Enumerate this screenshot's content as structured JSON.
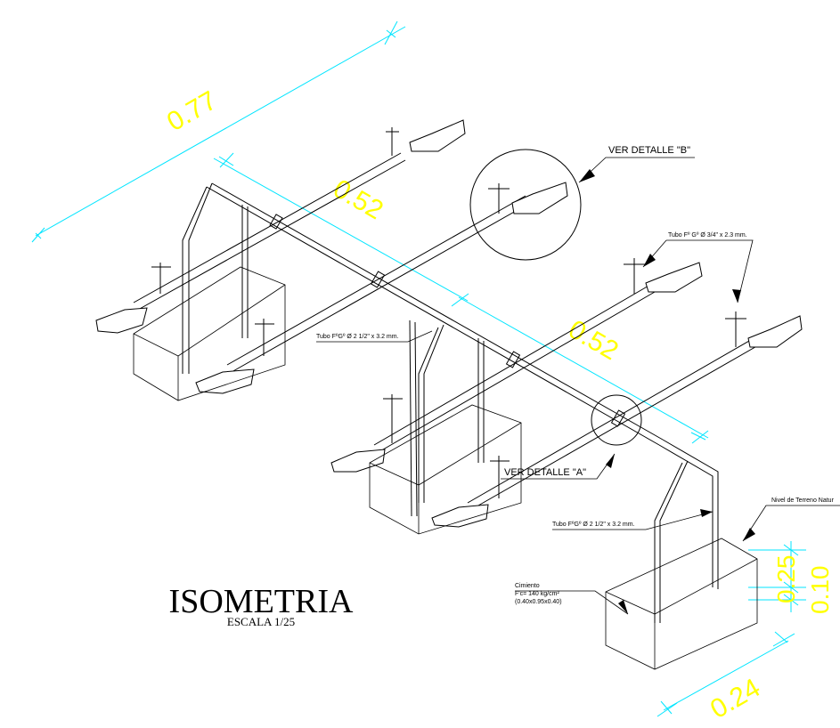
{
  "title": "ISOMETRIA",
  "scale": "ESCALA 1/25",
  "callouts": {
    "detalle_b": "VER DETALLE \"B\"",
    "detalle_a": "VER DETALLE \"A\"",
    "tubo_small": "Tubo Fº Gº Ø 3/4\" x 2.3 mm.",
    "tubo_large_1": "Tubo FºGº Ø 2 1/2\" x 3.2 mm.",
    "tubo_large_2": "Tubo FºGº Ø 2 1/2\" x 3.2 mm.",
    "nivel_terreno": "Nivel de Terreno Natur",
    "cimiento_title": "Cimiento",
    "cimiento_fc": "F'c= 140 kg/cm²",
    "cimiento_dims": "(0.40x0.95x0.40)"
  },
  "dimensions": {
    "d_077": "0.77",
    "d_052_top": "0.52",
    "d_052_mid": "0.52",
    "d_025": "0.25",
    "d_010": "0.10",
    "d_024": "0.24"
  },
  "colors": {
    "dimension_line": "#00e5ff",
    "dimension_text": "#ffff00",
    "drawing": "#000000"
  }
}
